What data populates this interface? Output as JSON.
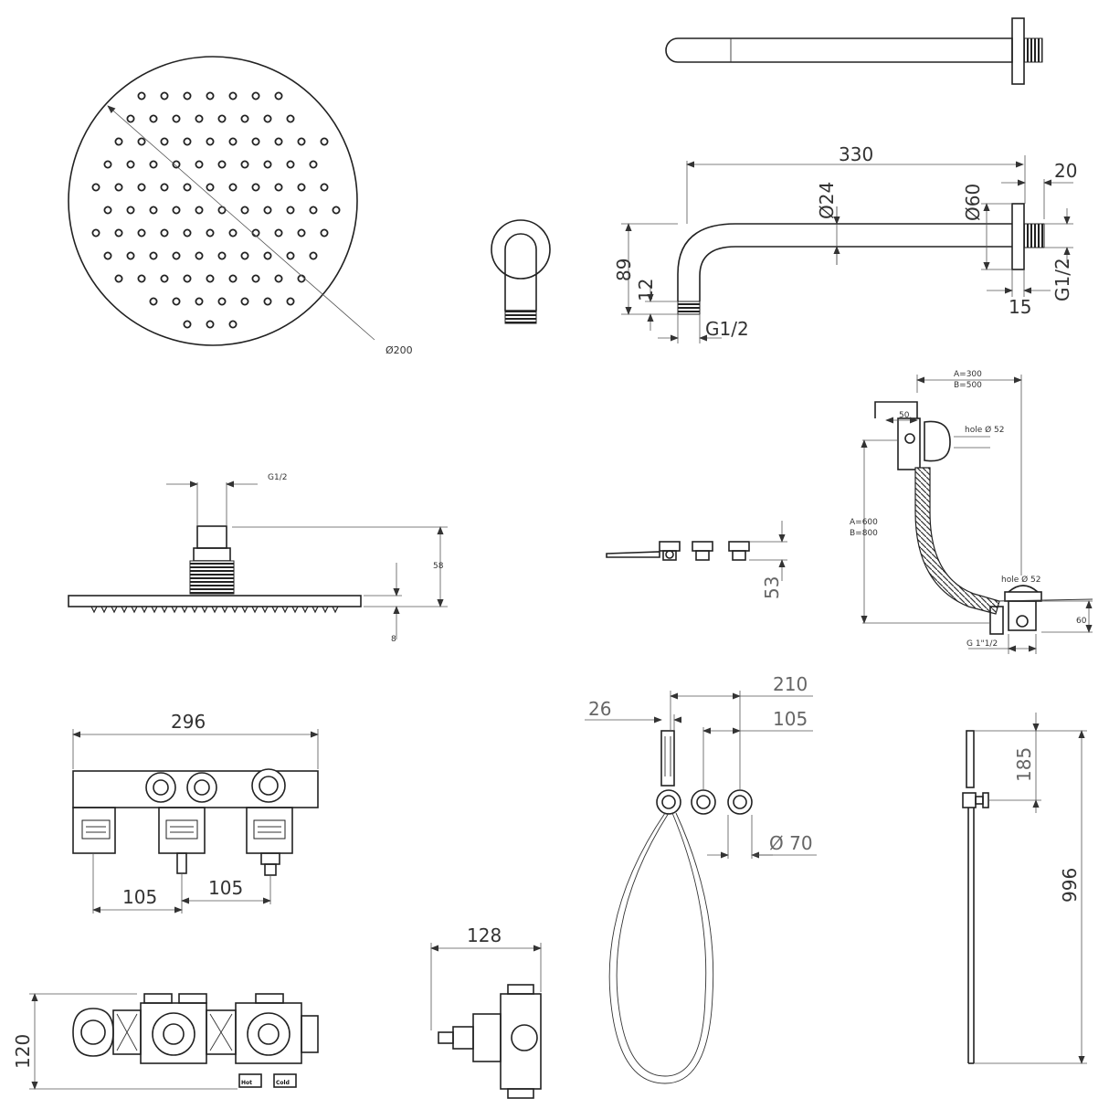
{
  "labels": {
    "head_diameter": "Ø200",
    "arm_length": "330",
    "arm_tube_dia": "Ø24",
    "flange_dia": "Ø60",
    "flange_offset": "20",
    "arm_height": "89",
    "arm_outlet": "12",
    "arm_thread_bottom": "G1/2",
    "arm_thread_side": "G1/2",
    "flange_depth": "15",
    "head_thread": "G1/2",
    "head_height": "58",
    "head_thickness": "8",
    "spout_height": "53",
    "waste_ab_top_1": "A=300",
    "waste_ab_top_2": "B=500",
    "waste_50": "50",
    "waste_hole_top": "hole Ø 52",
    "waste_ab_side_1": "A=600",
    "waste_ab_side_2": "B=800",
    "waste_hole_bottom": "hole Ø 52",
    "waste_60": "60",
    "waste_thread": "G 1\"1/2",
    "valve_width": "296",
    "valve_spacing_1": "105",
    "valve_spacing_2": "105",
    "valve_depth": "120",
    "single_valve_width": "128",
    "handset_26": "26",
    "handset_210": "210",
    "handset_105": "105",
    "handset_dia": "Ø 70",
    "rail_185": "185",
    "rail_996": "996",
    "hot_label": "Hot",
    "cold_label": "Cold"
  }
}
